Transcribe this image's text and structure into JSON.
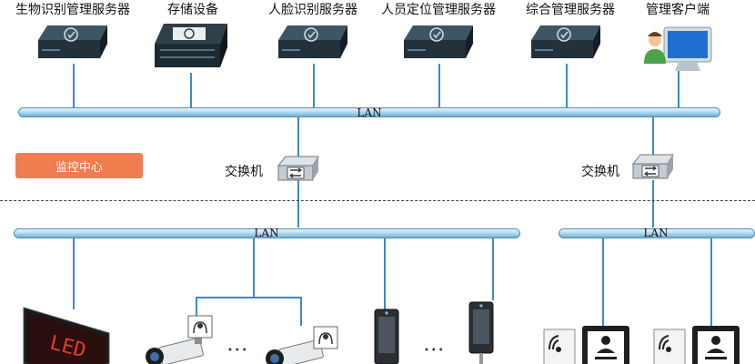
{
  "servers": [
    {
      "label": "生物识别管理服务器",
      "icon": "biometric-server-icon"
    },
    {
      "label": "存储设备",
      "icon": "storage-device-icon"
    },
    {
      "label": "人脸识别服务器",
      "icon": "face-recognition-server-icon"
    },
    {
      "label": "人员定位管理服务器",
      "icon": "personnel-location-server-icon"
    },
    {
      "label": "综合管理服务器",
      "icon": "integrated-management-server-icon"
    },
    {
      "label": "管理客户端",
      "icon": "management-client-icon"
    }
  ],
  "lan_labels": {
    "top": "LAN",
    "bottom_left": "LAN",
    "bottom_right": "LAN"
  },
  "switches": [
    {
      "label": "交换机",
      "icon": "switch-icon"
    },
    {
      "label": "交换机",
      "icon": "switch-icon"
    }
  ],
  "zone_tag": "监控中心",
  "led_text": "LED",
  "ellipses": [
    "•••",
    "•••"
  ],
  "colors": {
    "bus": "#a9d4ea",
    "link": "#3a8dc4",
    "tag": "#ef7d4f"
  }
}
